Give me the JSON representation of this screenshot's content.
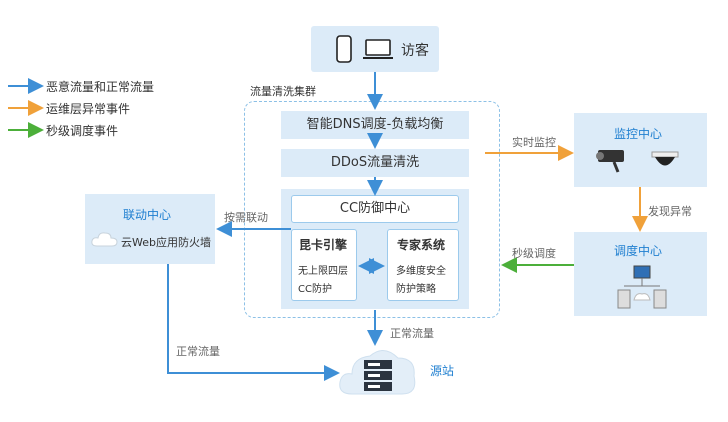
{
  "legend": {
    "items": [
      {
        "label": "恶意流量和正常流量",
        "color": "#3e8fd6"
      },
      {
        "label": "运维层异常事件",
        "color": "#f0a13a"
      },
      {
        "label": "秒级调度事件",
        "color": "#4caf3a"
      }
    ]
  },
  "visitor": {
    "label": "访客"
  },
  "cluster": {
    "label": "流量清洗集群",
    "lb": "智能DNS调度-负载均衡",
    "ddos": "DDoS流量清洗",
    "cc": "CC防御中心",
    "kunka": {
      "title": "昆卡引擎",
      "line1": "无上限四层",
      "line2": "CC防护"
    },
    "expert": {
      "title": "专家系统",
      "line1": "多维度安全",
      "line2": "防护策略"
    }
  },
  "linkage": {
    "title": "联动中心",
    "sub": "云Web应用防火墙"
  },
  "monitor": {
    "title": "监控中心"
  },
  "dispatch": {
    "title": "调度中心"
  },
  "origin": {
    "label": "源站"
  },
  "edges": {
    "realtime": "实时监控",
    "anomaly": "发现异常",
    "seconds": "秒级调度",
    "ondemand": "按需联动",
    "normal_left": "正常流量",
    "normal_center": "正常流量"
  },
  "colors": {
    "blue": "#3e8fd6",
    "orange": "#f0a13a",
    "green": "#4caf3a",
    "box": "#dcebf8"
  }
}
